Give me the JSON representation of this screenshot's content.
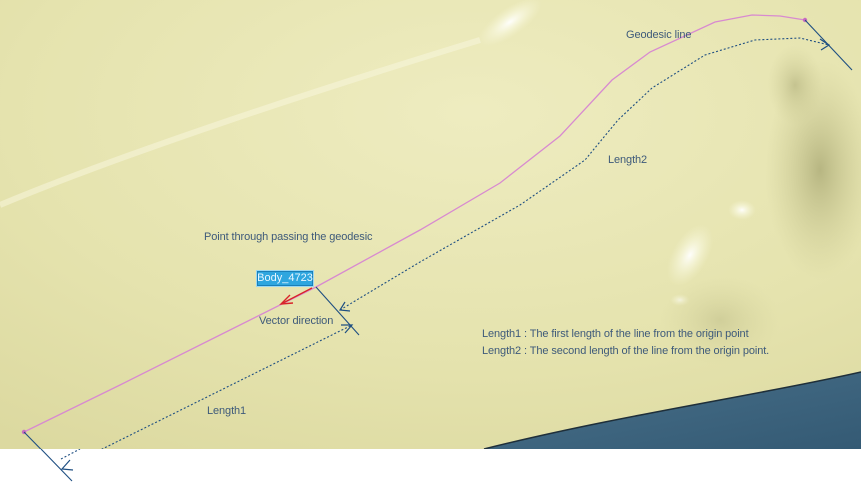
{
  "labels": {
    "geodesic_line": "Geodesic line",
    "length2": "Length2",
    "point_through": "Point through passing the geodesic",
    "body_tag": "Body_4723",
    "vector_direction": "Vector direction",
    "length1": "Length1"
  },
  "legend": {
    "line1": "Length1  : The first length of the line from the origin point",
    "line2": "Length2  : The second length of the line from the origin point."
  },
  "colors": {
    "surface": "#e7e5b2",
    "dark_surface": "#3d657f",
    "geodesic": "#d88ad0",
    "dimension": "#1f4f82",
    "vector": "#d8242a",
    "tag": "#2ea6df"
  }
}
